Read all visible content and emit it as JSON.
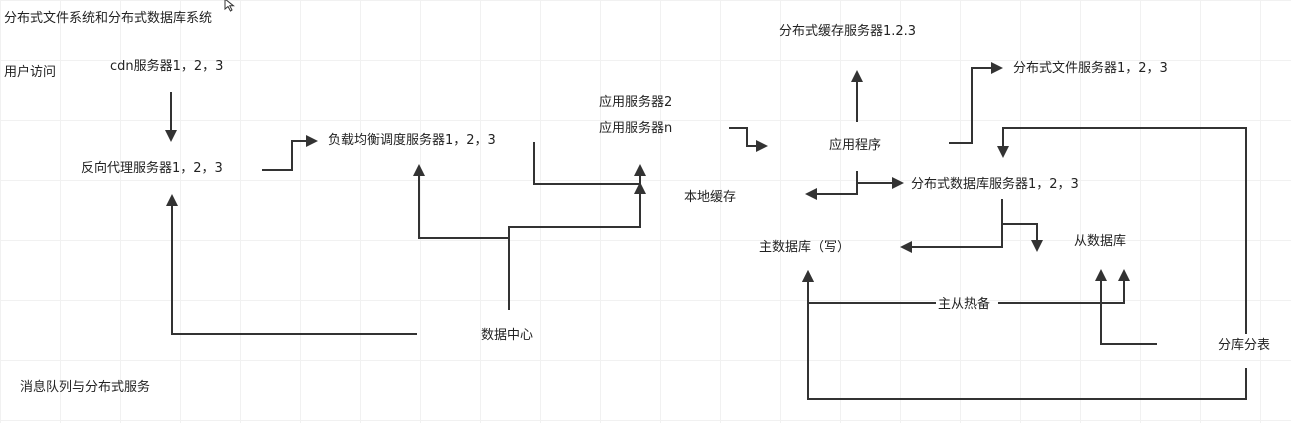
{
  "labels": {
    "title": "分布式文件系统和分布式数据库系统",
    "user_access": "用户访问",
    "cdn": "cdn服务器1，2，3",
    "reverse_proxy": "反向代理服务器1，2，3",
    "load_balancer": "负载均衡调度服务器1，2，3",
    "app_server_2": "应用服务器2",
    "app_server_n": "应用服务器n",
    "local_cache": "本地缓存",
    "cache_server": "分布式缓存服务器1.2.3",
    "app_program": "应用程序",
    "file_server": "分布式文件服务器1，2，3",
    "db_server": "分布式数据库服务器1，2，3",
    "master_db": "主数据库（写）",
    "slave_db": "从数据库",
    "hot_backup": "主从热备",
    "data_center": "数据中心",
    "sharding": "分库分表",
    "message_queue": "消息队列与分布式服务"
  },
  "colors": {
    "line": "#333333",
    "text": "#222222",
    "grid": "#f1f1f1"
  },
  "icons": {
    "cursor": "cursor-icon"
  }
}
